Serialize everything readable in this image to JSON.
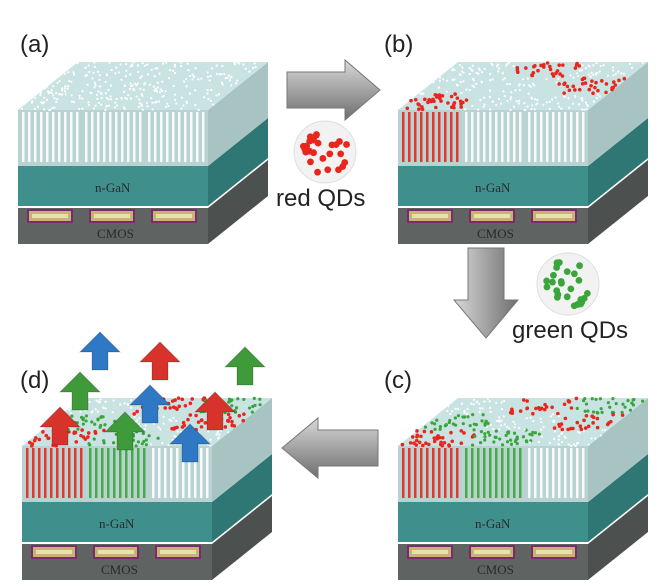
{
  "panels": {
    "a": {
      "label": "(a)"
    },
    "b": {
      "label": "(b)"
    },
    "c": {
      "label": "(c)"
    },
    "d": {
      "label": "(d)"
    }
  },
  "layers": {
    "gan": "n-GaN",
    "cmos": "CMOS"
  },
  "legend": {
    "red": {
      "label": "red QDs"
    },
    "green": {
      "label": "green QDs"
    }
  },
  "colors": {
    "qd_red": "#e8261e",
    "qd_green": "#3aa53a",
    "qd_white": "#ffffff",
    "top_surface": "#c9e3e2",
    "gan_layer": "#3f8f8c",
    "cmos_layer": "#5f6463",
    "arrow_gray": "#9a9a9a",
    "emit_blue": "#2f78c4",
    "emit_red": "#d8332a",
    "emit_green": "#3f9a3a"
  },
  "icons": [
    "process-arrow-right-icon",
    "process-arrow-down-icon",
    "process-arrow-left-icon",
    "emission-arrow-icon"
  ]
}
